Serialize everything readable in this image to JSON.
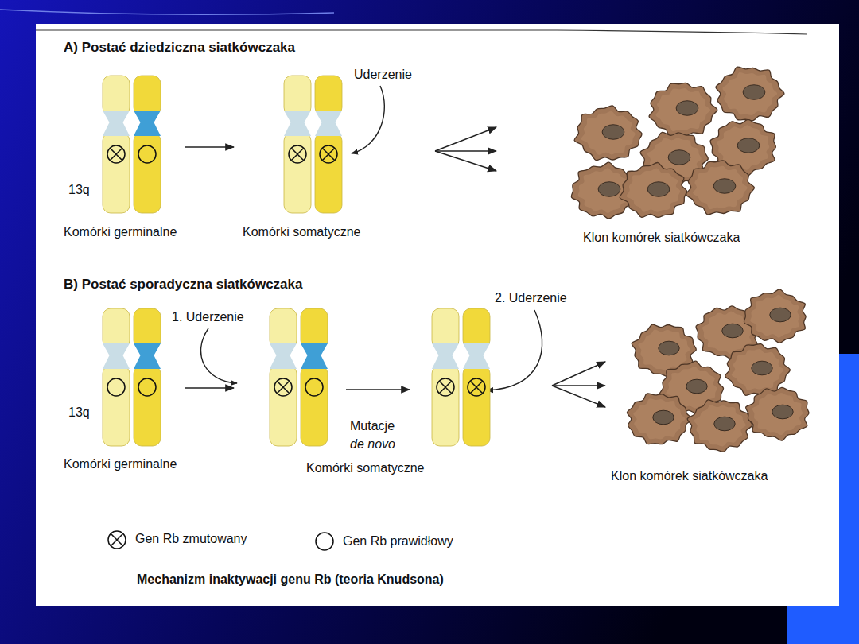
{
  "diagram": {
    "caption": "Mechanizm inaktywacji genu Rb (teoria Knudsona)",
    "nodes": [
      {
        "text": [
          "Komórki germinalne"
        ]
      },
      {
        "text": [
          "Komórki somatyczne"
        ]
      },
      {
        "text": [
          "Klon komórek siatkówczaka"
        ]
      },
      {
        "text": [
          "Komórki germinalne"
        ]
      },
      {
        "text": [
          "Komórki somatyczne"
        ]
      },
      {
        "text": [
          "Klon komórek siatkówczaka"
        ]
      }
    ],
    "edges": [
      {
        "from": 0,
        "to": 1,
        "arrow": "to"
      },
      {
        "from": 1,
        "to": 2,
        "arrow": "to"
      },
      {
        "from": 3,
        "to": 4,
        "arrow": "to"
      },
      {
        "from": 4,
        "to": 5,
        "arrow": "to"
      }
    ],
    "labels": [
      "A) Postać dziedziczna siatkówczaka",
      "Uderzenie",
      "13q",
      "B) Postać sporadyczna siatkówczaka",
      "1. Uderzenie",
      "2. Uderzenie",
      "13q",
      "Mutacje",
      "de novo"
    ],
    "legend": [
      {
        "text": "Gen Rb zmutowany"
      },
      {
        "text": "Gen Rb prawidłowy"
      }
    ]
  }
}
